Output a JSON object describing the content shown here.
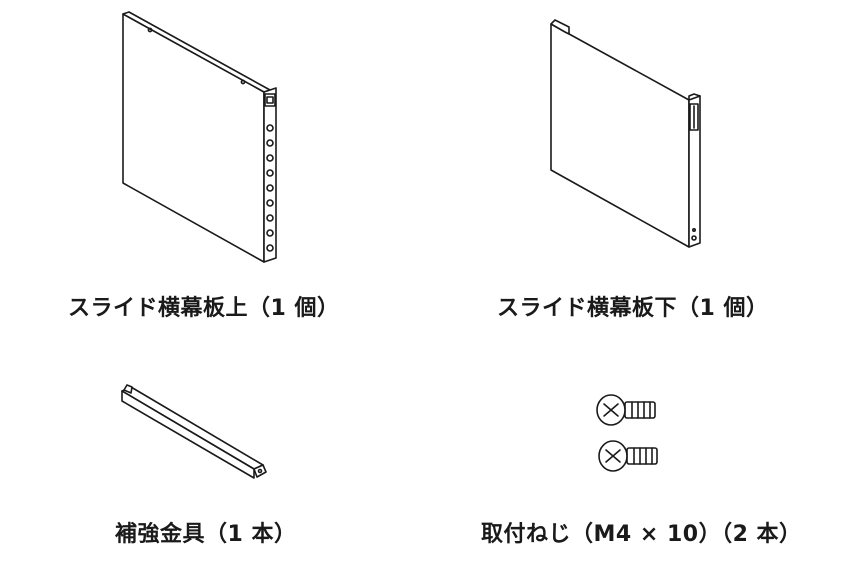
{
  "parts": [
    {
      "label": "スライド横幕板上（1 個）",
      "icon": "upper-slide-panel-icon"
    },
    {
      "label": "スライド横幕板下（1 個）",
      "icon": "lower-slide-panel-icon"
    },
    {
      "label": "補強金具（1 本）",
      "icon": "reinforcement-bracket-icon"
    },
    {
      "label": "取付ねじ（M4 × 10）（2 本）",
      "icon": "mounting-screw-icon"
    }
  ]
}
